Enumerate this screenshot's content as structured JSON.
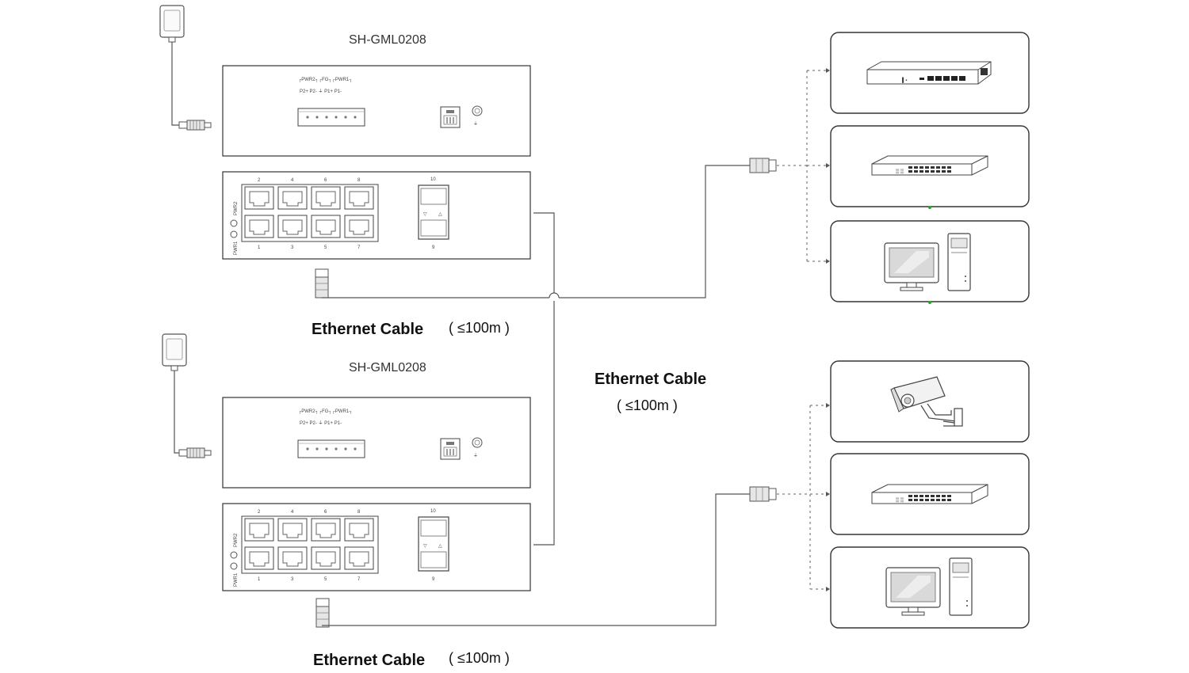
{
  "switches": [
    {
      "model": "SH-GML0208",
      "power_labels": {
        "top": "┌PWR2┐┌FG┐┌PWR1┐",
        "bottom": "P2+ P2-   ⏚   P1+ P1-"
      },
      "led_labels": [
        "PWR1",
        "PWR2"
      ],
      "port_numbers_top": [
        "2",
        "4",
        "6",
        "8"
      ],
      "port_numbers_bottom": [
        "1",
        "3",
        "5",
        "7"
      ],
      "sfp_labels": [
        "10",
        "9"
      ]
    },
    {
      "model": "SH-GML0208",
      "power_labels": {
        "top": "┌PWR2┐┌FG┐┌PWR1┐",
        "bottom": "P2+ P2-   ⏚   P1+ P1-"
      },
      "led_labels": [
        "PWR1",
        "PWR2"
      ],
      "port_numbers_top": [
        "2",
        "4",
        "6",
        "8"
      ],
      "port_numbers_bottom": [
        "1",
        "3",
        "5",
        "7"
      ],
      "sfp_labels": [
        "10",
        "9"
      ]
    }
  ],
  "cable_labels": {
    "bottom_1": {
      "main": "Ethernet Cable",
      "distance": "( ≤100m )"
    },
    "middle": {
      "main": "Ethernet Cable",
      "distance": "( ≤100m )"
    },
    "bottom_2": {
      "main": "Ethernet Cable",
      "distance": "( ≤100m )"
    }
  },
  "devices_top": [
    "poe-switch-icon",
    "network-switch-icon",
    "desktop-computer-icon"
  ],
  "devices_bottom": [
    "ip-camera-icon",
    "network-switch-icon",
    "desktop-computer-icon"
  ],
  "colors": {
    "line": "#555555",
    "box_stroke": "#333333",
    "green_dot": "#22aa22"
  }
}
